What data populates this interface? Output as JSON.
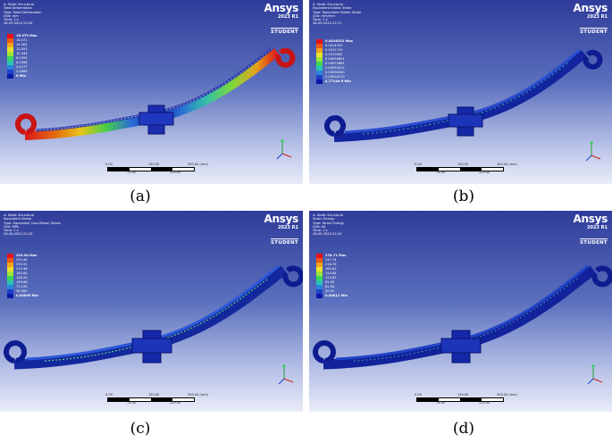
{
  "brand": {
    "name": "Ansys",
    "version": "2023 R1",
    "tag": "STUDENT"
  },
  "panels": [
    {
      "caption": "(a)",
      "info": [
        "A: Static Structural",
        "Total Deformation",
        "Type: Total Deformation",
        "Unit: mm",
        "Time: 1 s",
        "28-09-2024 22:20"
      ],
      "legend_max": "18.079 Max",
      "legend_values": [
        "16.071",
        "14.062",
        "12.053",
        "10.044",
        "8.0355",
        "6.0266",
        "4.0177",
        "2.0089"
      ],
      "legend_min": "0 Min",
      "scale": {
        "t0": "0.00",
        "t1": "150.00",
        "t2": "300.00 (mm)",
        "s1": "75.00",
        "s2": "225.00"
      }
    },
    {
      "caption": "(b)",
      "info": [
        "A: Static Structural",
        "Equivalent Elastic Strain",
        "Type: Equivalent Elastic Strain",
        "Unit: mm/mm",
        "Time: 1 s",
        "28-09-2024 22:21"
      ],
      "legend_max": "0.0016352 Max",
      "legend_values": [
        "0.0014535",
        "0.0012719",
        "0.0010902",
        "0.00090851",
        "0.00072681",
        "0.00054511",
        "0.00036340",
        "0.00018170"
      ],
      "legend_min": "4.7714e-9 Min",
      "scale": {
        "t0": "0.00",
        "t1": "150.00",
        "t2": "300.00 (mm)",
        "s1": "75.00",
        "s2": "225.00"
      }
    },
    {
      "caption": "(c)",
      "info": [
        "A: Static Structural",
        "Equivalent Stress",
        "Type: Equivalent (von-Mises) Stress",
        "Unit: MPa",
        "Time: 1 s",
        "28-09-2024 22:20"
      ],
      "legend_max": "329.04 Max",
      "legend_values": [
        "292.48",
        "255.92",
        "219.36",
        "182.80",
        "146.24",
        "109.68",
        "73.120",
        "36.560"
      ],
      "legend_min": "0.00095 Min",
      "scale": {
        "t0": "0.00",
        "t1": "150.00",
        "t2": "300.00 (mm)",
        "s1": "75.00",
        "s2": "225.00"
      }
    },
    {
      "caption": "(d)",
      "info": [
        "A: Static Structural",
        "Strain Energy",
        "Type: Strain Energy",
        "Unit: mJ",
        "Time: 1 s",
        "28-09-2024 22:20"
      ],
      "legend_max": "278.71 Max",
      "legend_values": [
        "247.74",
        "216.78",
        "185.81",
        "154.84",
        "123.87",
        "92.90",
        "61.94",
        "30.97"
      ],
      "legend_min": "0.00012 Min",
      "scale": {
        "t0": "0.00",
        "t1": "150.00",
        "t2": "300.00 (mm)",
        "s1": "75.00",
        "s2": "225.00"
      }
    }
  ],
  "legend_colors": [
    "#e8101a",
    "#f05a14",
    "#f4a21c",
    "#e8e22a",
    "#9ee43a",
    "#3ad65a",
    "#2ac4b4",
    "#2a86d8",
    "#1e40c8",
    "#0a18a6"
  ]
}
